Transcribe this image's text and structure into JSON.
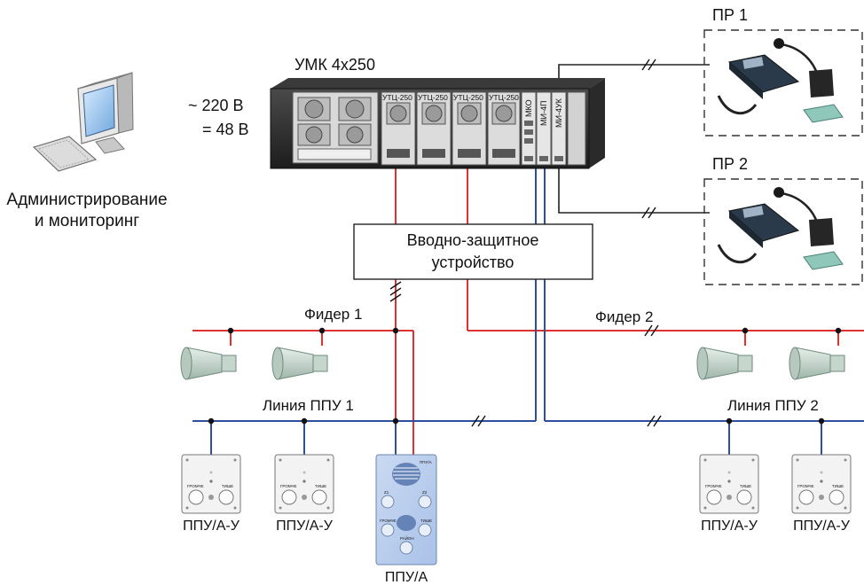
{
  "colors": {
    "feeder": "#e03030",
    "ppu_line": "#2c4fa0",
    "control": "#222222",
    "dashed_box": "#333333"
  },
  "power": {
    "ac": "~ 220 В",
    "dc": "= 48 В"
  },
  "admin": {
    "line1": "Администрирование",
    "line2": "и мониторинг"
  },
  "amplifier": {
    "title": "УМК 4x250",
    "modules": [
      "УТЦ-250",
      "УТЦ-250",
      "УТЦ-250",
      "УТЦ-250"
    ],
    "mko": "МКО",
    "mi4p": "МИ-4П",
    "mi4uk": "МИ-4УК"
  },
  "protection": {
    "line1": "Вводно-защитное",
    "line2": "устройство"
  },
  "remote_stations": [
    {
      "label": "ПР 1"
    },
    {
      "label": "ПР 2"
    }
  ],
  "feeders": {
    "feeder1": "Фидер 1",
    "feeder2": "Фидер 2"
  },
  "ppu_lines": {
    "line1": "Линия ППУ 1",
    "line2": "Линия ППУ 2"
  },
  "panels": {
    "small_label": "ППУ/А-У",
    "small_buttons": [
      "ГРОМЧЕ",
      "ТИШЕ"
    ],
    "big_label": "ППУ/А",
    "big_header": "ППУ/А",
    "big_buttons": [
      "Z1",
      "Z2",
      "ГРОМЧЕ",
      "ТИШЕ",
      "РАЙОН"
    ]
  },
  "icons": {
    "computer": "computer-icon",
    "speaker": "horn-loudspeaker-icon",
    "phone": "desk-phone-icon",
    "microphone": "gooseneck-microphone-icon",
    "pedal": "foot-pedal-icon"
  }
}
